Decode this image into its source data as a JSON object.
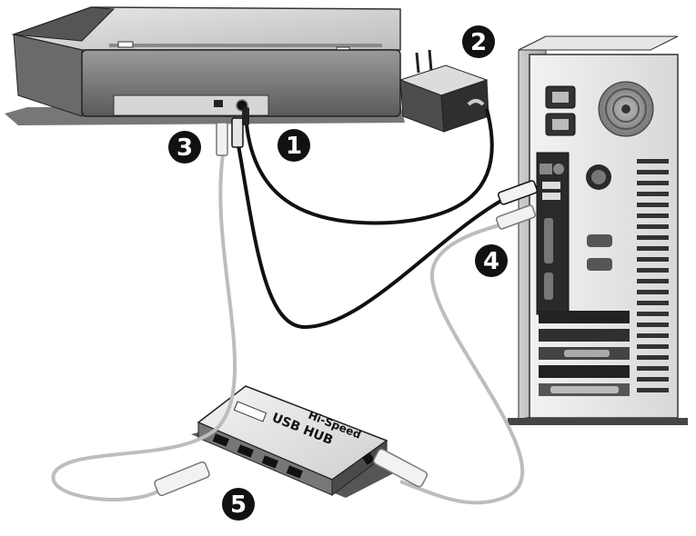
{
  "callouts": [
    {
      "id": "1",
      "label": "1"
    },
    {
      "id": "2",
      "label": "2"
    },
    {
      "id": "3",
      "label": "3"
    },
    {
      "id": "4",
      "label": "4"
    },
    {
      "id": "5",
      "label": "5"
    }
  ],
  "hub": {
    "brand": "Hi-Speed",
    "label": "USB HUB"
  },
  "colors": {
    "cable_dark": "#111111",
    "cable_light": "#bdbdbd",
    "callout_fill": "#111111",
    "device_body": "#d9d9d9",
    "device_dark": "#4a4a4a"
  }
}
